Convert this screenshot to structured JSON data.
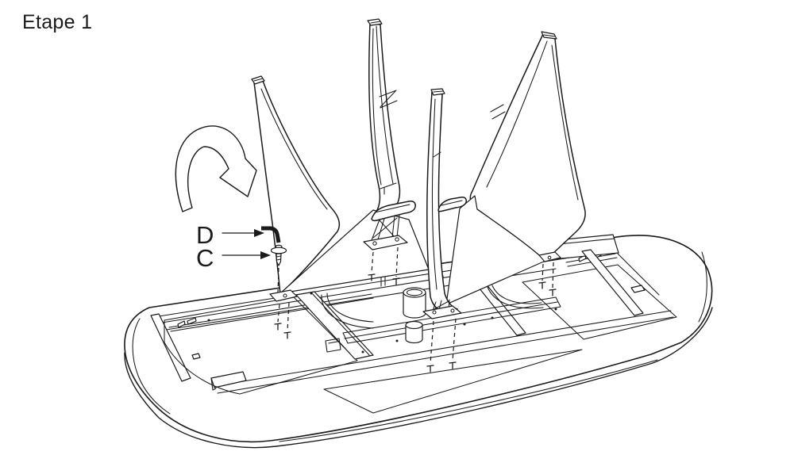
{
  "step": {
    "title": "Etape 1"
  },
  "callouts": {
    "d": {
      "label": "D",
      "part": "allen-key"
    },
    "c": {
      "label": "C",
      "part": "flat-head-screw"
    }
  },
  "colors": {
    "ink": "#1a1a1a",
    "paper": "#ffffff"
  },
  "icons": {
    "rotation": "flip-over-arrow-icon",
    "d_part": "allen-key-icon",
    "c_part": "screw-icon"
  }
}
